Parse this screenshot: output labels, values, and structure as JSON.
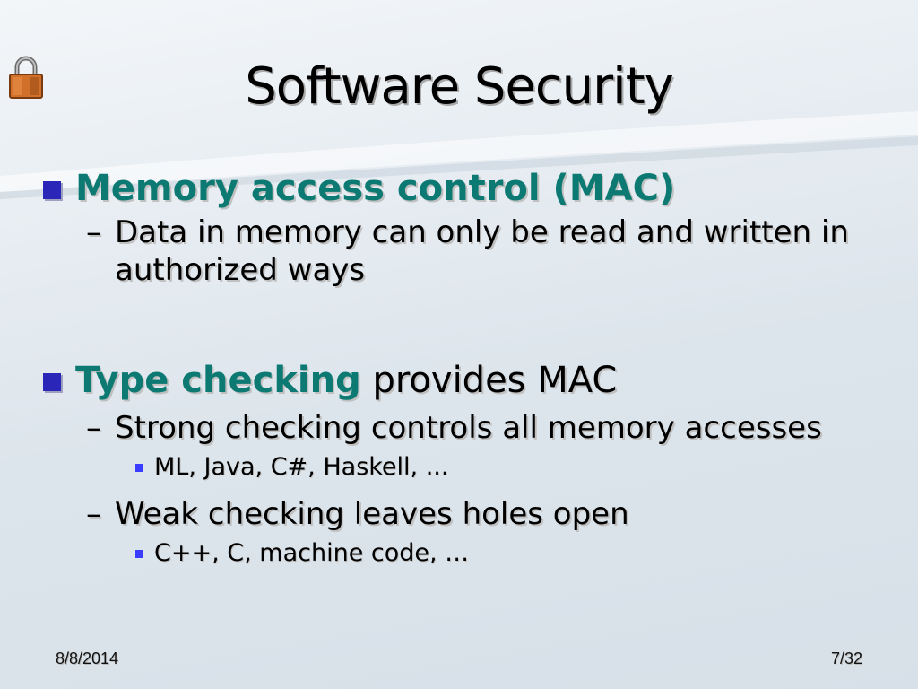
{
  "slide": {
    "title": "Software Security",
    "date": "8/8/2014",
    "page": "7/32"
  },
  "lock_icon": "padlock-icon",
  "bullets": [
    {
      "highlight": "Memory access control (MAC)",
      "rest": "",
      "subs": [
        {
          "dash": "–",
          "text": "Data in memory can only be read and written in authorized ways",
          "items": []
        }
      ]
    },
    {
      "highlight": "Type checking",
      "rest": " provides MAC",
      "subs": [
        {
          "dash": "–",
          "text": "Strong checking controls all memory accesses",
          "items": [
            "ML, Java, C#, Haskell, ..."
          ]
        },
        {
          "dash": "–",
          "text": "Weak checking leaves holes open",
          "items": [
            "C++, C, machine code, …"
          ]
        }
      ]
    }
  ],
  "colors": {
    "highlight": "#0c7a72",
    "bullet": "#2a27b8",
    "sub_bullet": "#3a3cff",
    "lock_body": "#d0702a"
  }
}
